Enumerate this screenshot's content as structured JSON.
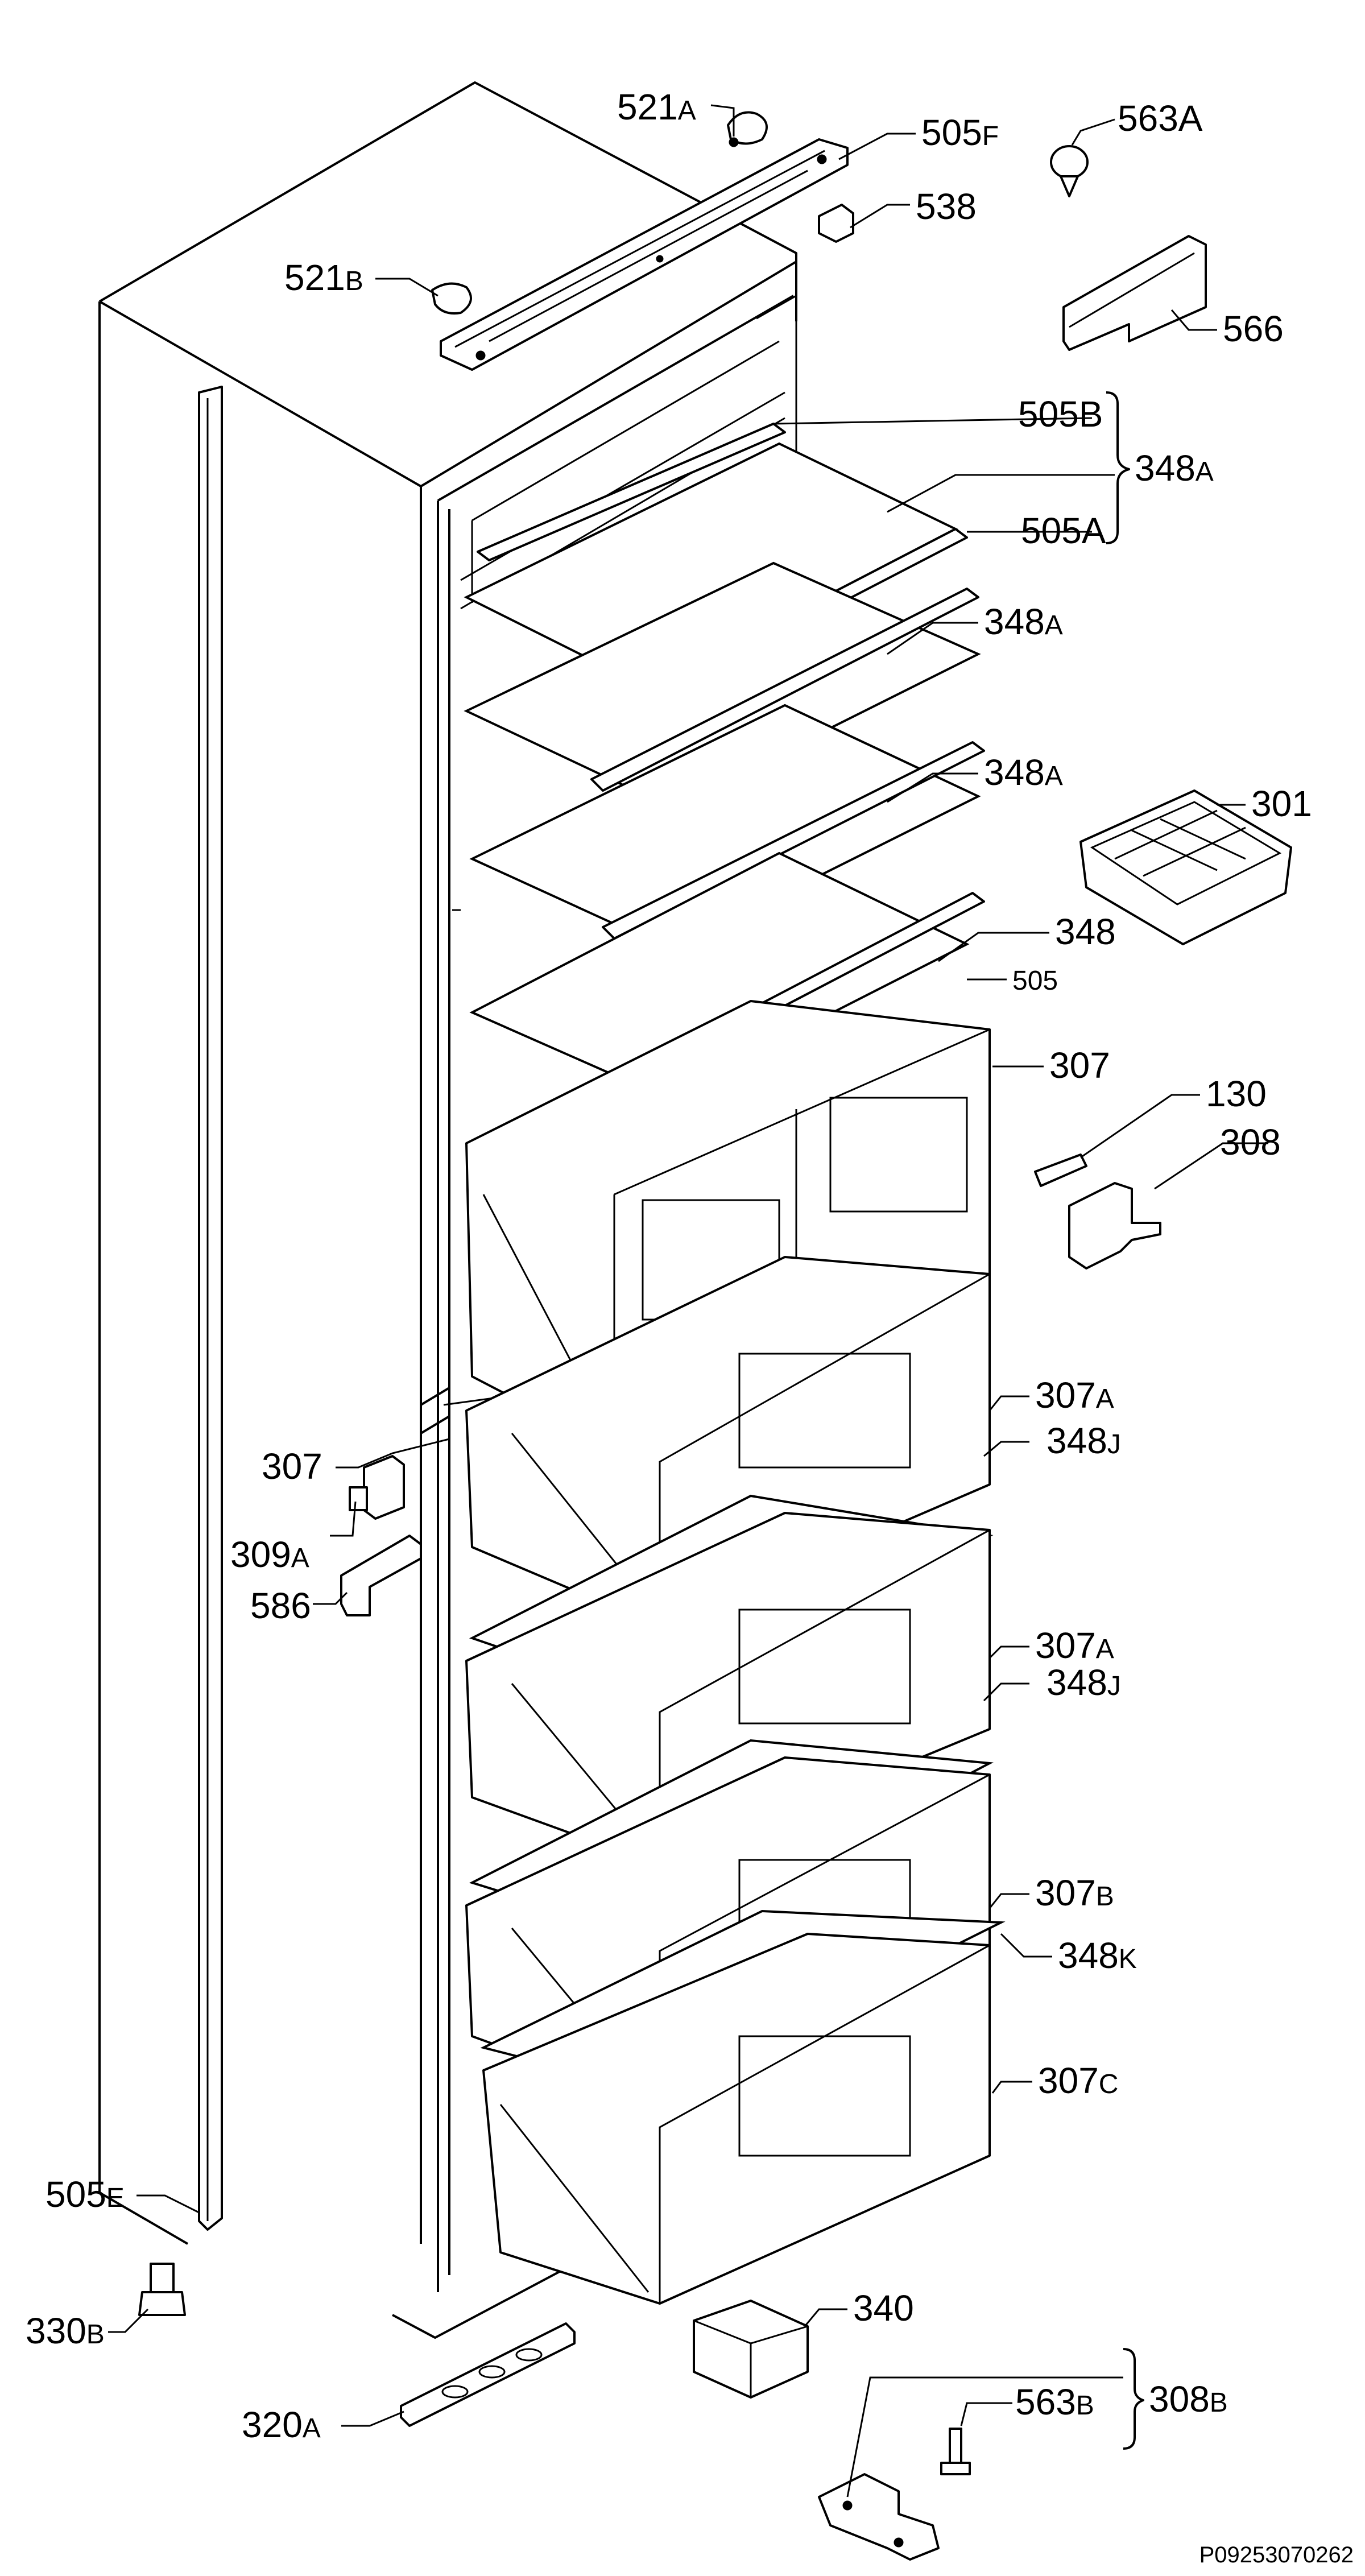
{
  "diagram": {
    "document_code": "P09253070262",
    "labels": [
      {
        "num": "521",
        "suffix": "A"
      },
      {
        "num": "505",
        "suffix": "F"
      },
      {
        "num": "563A",
        "suffix": ""
      },
      {
        "num": "538",
        "suffix": ""
      },
      {
        "num": "521",
        "suffix": "B"
      },
      {
        "num": "566",
        "suffix": ""
      },
      {
        "num": "505B",
        "suffix": ""
      },
      {
        "num": "348",
        "suffix": "A"
      },
      {
        "num": "505A",
        "suffix": ""
      },
      {
        "num": "348",
        "suffix": "A"
      },
      {
        "num": "348",
        "suffix": "A"
      },
      {
        "num": "301",
        "suffix": ""
      },
      {
        "num": "348",
        "suffix": ""
      },
      {
        "num": "505",
        "suffix": ""
      },
      {
        "num": "307",
        "suffix": ""
      },
      {
        "num": "130",
        "suffix": ""
      },
      {
        "num": "308",
        "suffix": ""
      },
      {
        "num": "307",
        "suffix": ""
      },
      {
        "num": "309",
        "suffix": "A"
      },
      {
        "num": "586",
        "suffix": ""
      },
      {
        "num": "307",
        "suffix": "A"
      },
      {
        "num": "348",
        "suffix": "J"
      },
      {
        "num": "307",
        "suffix": "A"
      },
      {
        "num": "348",
        "suffix": "J"
      },
      {
        "num": "307",
        "suffix": "B"
      },
      {
        "num": "348",
        "suffix": "K"
      },
      {
        "num": "307",
        "suffix": "C"
      },
      {
        "num": "505",
        "suffix": "E"
      },
      {
        "num": "330",
        "suffix": "B"
      },
      {
        "num": "340",
        "suffix": ""
      },
      {
        "num": "563",
        "suffix": "B"
      },
      {
        "num": "308",
        "suffix": "B"
      },
      {
        "num": "320",
        "suffix": "A"
      }
    ]
  }
}
